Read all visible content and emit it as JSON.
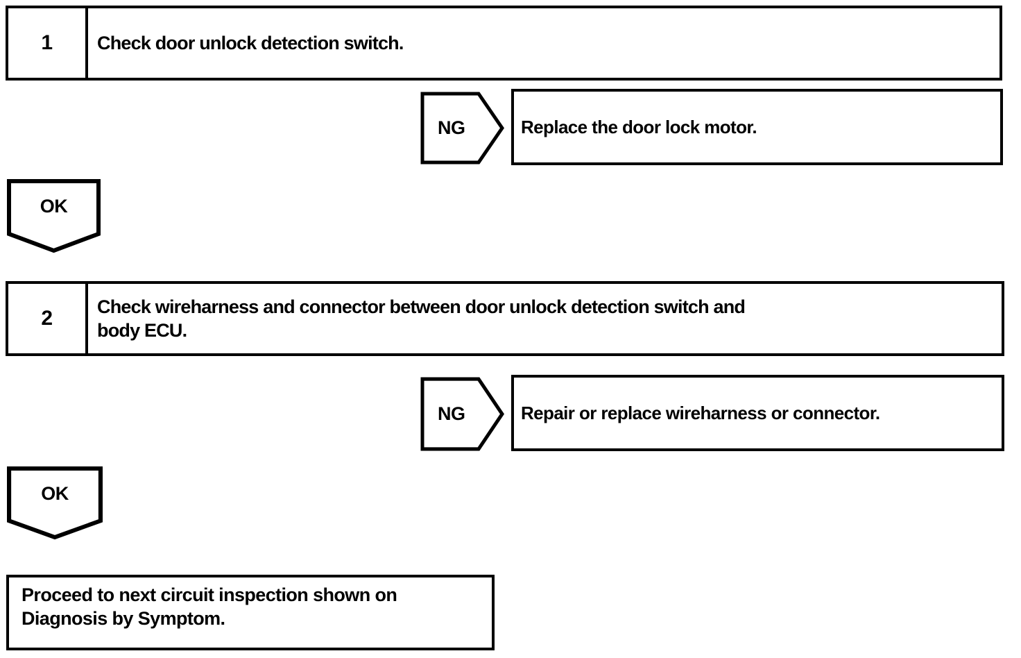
{
  "colors": {
    "line": "#000000",
    "background": "#ffffff",
    "text": "#000000"
  },
  "flowchart": {
    "steps": [
      {
        "number": "1",
        "text": "Check door unlock detection switch.",
        "lines": [
          "Check door unlock detection switch."
        ]
      },
      {
        "number": "2",
        "text": "Check wireharness and connector between door unlock detection switch and body ECU.",
        "lines": [
          "Check wireharness and connector between door unlock detection switch and",
          "body ECU."
        ]
      }
    ],
    "branches": [
      {
        "label": "NG",
        "action": "Replace the door lock motor."
      },
      {
        "label": "NG",
        "action": "Repair or replace wireharness or connector."
      }
    ],
    "connectors": [
      {
        "label": "OK"
      },
      {
        "label": "OK"
      }
    ],
    "terminal": {
      "text": "Proceed to next circuit inspection shown on Diagnosis by Symptom.",
      "lines": [
        "Proceed to next circuit inspection shown on",
        "Diagnosis by Symptom."
      ]
    }
  }
}
